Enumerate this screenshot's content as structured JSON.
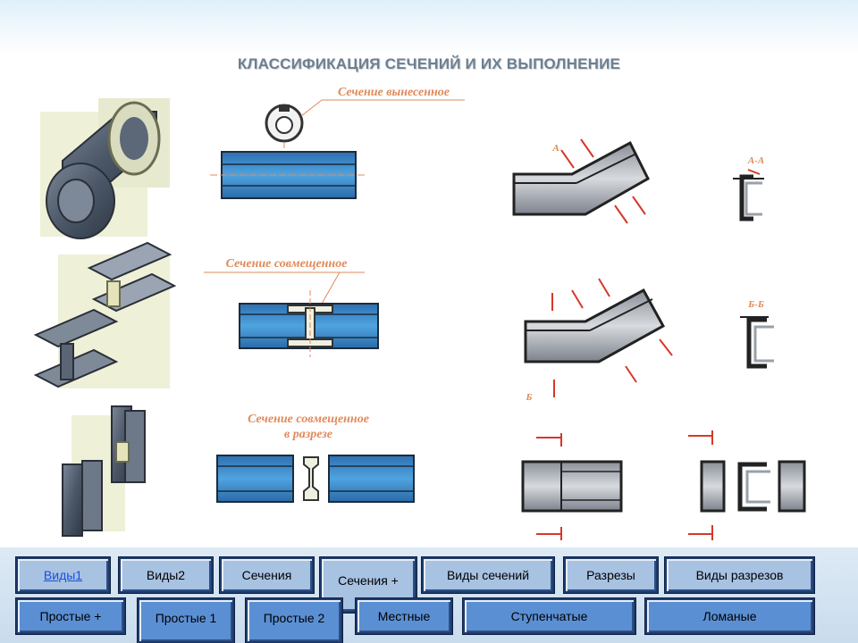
{
  "page": {
    "title": "КЛАССИФИКАЦИЯ СЕЧЕНИЙ И ИХ ВЫПОЛНЕНИЕ"
  },
  "figures": {
    "caption_out": "Сечение вынесенное",
    "caption_combined": "Сечение совмещенное",
    "caption_in_section_line1": "Сечение совмещенное",
    "caption_in_section_line2": "в разрезе",
    "label_aa": "А-А",
    "label_a": "А",
    "label_bb": "Б-Б",
    "label_b": "Б"
  },
  "nav": {
    "row1": [
      "Виды1",
      "Виды2",
      "Сечения",
      "Сечения +",
      "Виды сечений",
      "Разрезы",
      "Виды разрезов"
    ],
    "row2": [
      "Простые +",
      "Простые 1",
      "Простые 2",
      "Местные",
      "Ступенчатые",
      "Ломаные"
    ]
  },
  "colors": {
    "accent_blue": "#5b8fd3",
    "accent_light": "#a8c2e2",
    "steel_blue": "#3f8fd0",
    "caption_orange": "#e08a5a",
    "marker_red": "#d6382a"
  }
}
